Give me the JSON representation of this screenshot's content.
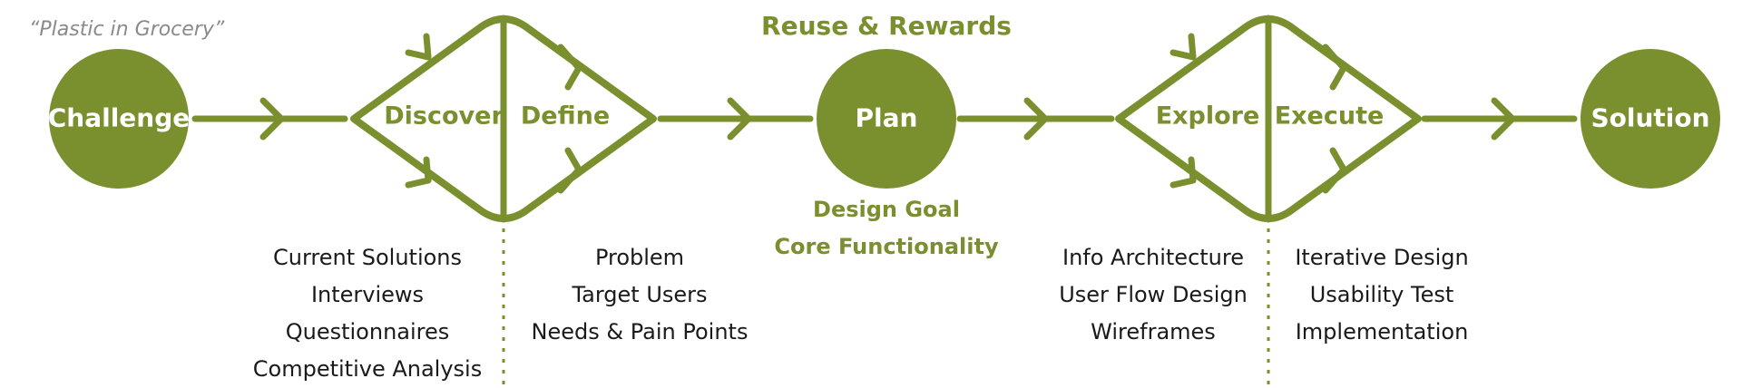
{
  "colors": {
    "accent": "#7a8f2e",
    "text": "#1a1a1a",
    "quote": "#8a8a8a",
    "circle_text": "#ffffff"
  },
  "quote": "“Plastic in Grocery”",
  "nodes": {
    "challenge": "Challenge",
    "plan": "Plan",
    "solution": "Solution"
  },
  "phases": {
    "discover": "Discover",
    "define": "Define",
    "explore": "Explore",
    "execute": "Execute"
  },
  "plan_heading": "Reuse & Rewards",
  "plan_items": [
    "Design Goal",
    "Core Functionality"
  ],
  "discover_items": [
    "Current Solutions",
    "Interviews",
    "Questionnaires",
    "Competitive Analysis"
  ],
  "define_items": [
    "Problem",
    "Target Users",
    "Needs & Pain Points"
  ],
  "explore_items": [
    "Info Architecture",
    "User Flow Design",
    "Wireframes"
  ],
  "execute_items": [
    "Iterative Design",
    "Usability Test",
    "Implementation"
  ]
}
